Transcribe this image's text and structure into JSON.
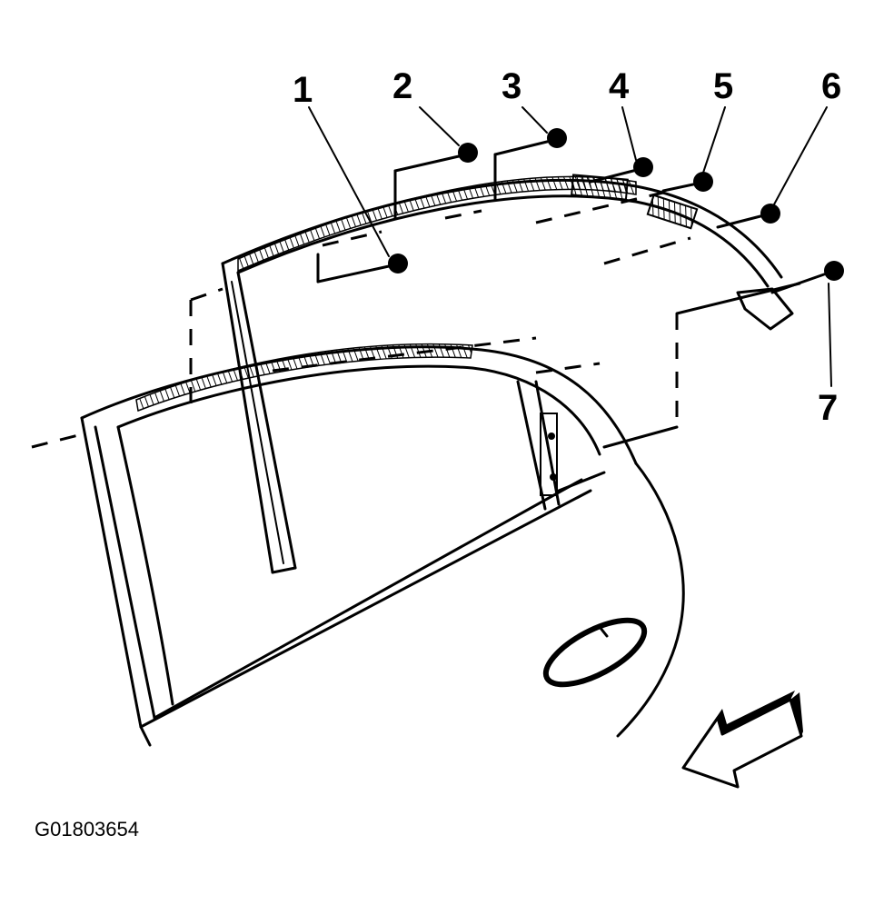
{
  "diagram": {
    "callouts": [
      {
        "label": "1"
      },
      {
        "label": "2"
      },
      {
        "label": "3"
      },
      {
        "label": "4"
      },
      {
        "label": "5"
      },
      {
        "label": "6"
      },
      {
        "label": "7"
      }
    ],
    "figure_id": "G01803654",
    "direction_arrow": "front-direction-arrow-icon"
  }
}
